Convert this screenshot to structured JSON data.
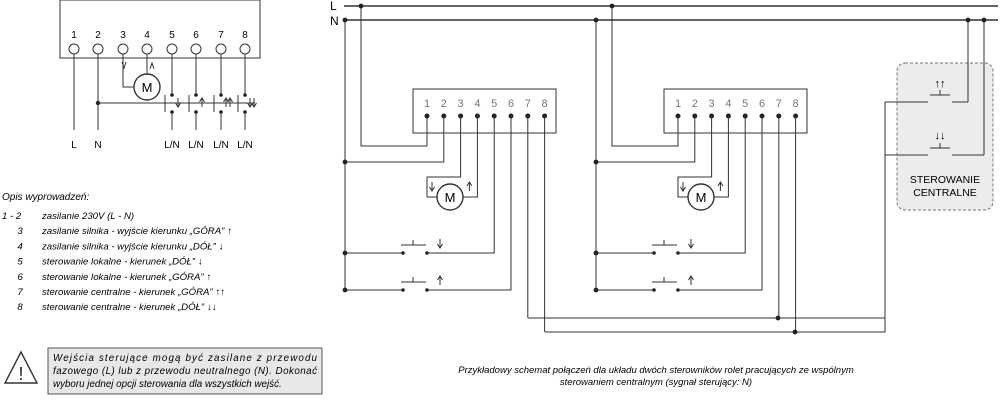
{
  "left_diagram": {
    "pins": [
      "1",
      "2",
      "3",
      "4",
      "5",
      "6",
      "7",
      "8"
    ],
    "bottom_labels": [
      "L",
      "N",
      "L/N",
      "L/N",
      "L/N",
      "L/N"
    ],
    "motor": "M"
  },
  "legend": {
    "title": "Opis wyprowadzeń:",
    "rows": [
      {
        "pin": "1 - 2",
        "text": "zasilanie 230V (L - N)",
        "arrows": ""
      },
      {
        "pin": "3",
        "text": "zasilanie silnika - wyjście kierunku „GÓRA”",
        "arrows": "↑"
      },
      {
        "pin": "4",
        "text": "zasilanie silnika - wyjście kierunku „DÓŁ”",
        "arrows": "↓"
      },
      {
        "pin": "5",
        "text": "sterowanie lokalne - kierunek „DÓŁ”",
        "arrows": "↓"
      },
      {
        "pin": "6",
        "text": "sterowanie lokalne - kierunek „GÓRA”",
        "arrows": "↑"
      },
      {
        "pin": "7",
        "text": "sterowanie centralne - kierunek „GÓRA”",
        "arrows": "↑↑"
      },
      {
        "pin": "8",
        "text": "sterowanie centralne - kierunek „DÓŁ”",
        "arrows": "↓↓"
      }
    ]
  },
  "warning": {
    "symbol": "!",
    "lines": [
      "Wejścia sterujące mogą być zasilane z przewodu",
      "fazowego (L) lub z przewodu neutralnego (N). Dokonać",
      "wyboru jednej opcji sterowania dla wszystkich wejść."
    ]
  },
  "main_diagram": {
    "bus_L": "L",
    "bus_N": "N",
    "controller_pins": [
      "1",
      "2",
      "3",
      "4",
      "5",
      "6",
      "7",
      "8"
    ],
    "motor": "M",
    "central_box": {
      "line1": "STEROWANIE",
      "line2": "CENTRALNE",
      "up_arrows": "↑↑",
      "down_arrows": "↓↓"
    },
    "switch_up": "↑",
    "switch_down": "↓"
  },
  "caption": {
    "line1": "Przykładowy schemat połączeń dla układu dwóch sterowników rolet pracujących ze wspólnym",
    "line2": "sterowaniem centralnym (sygnał sterujący: N)"
  }
}
